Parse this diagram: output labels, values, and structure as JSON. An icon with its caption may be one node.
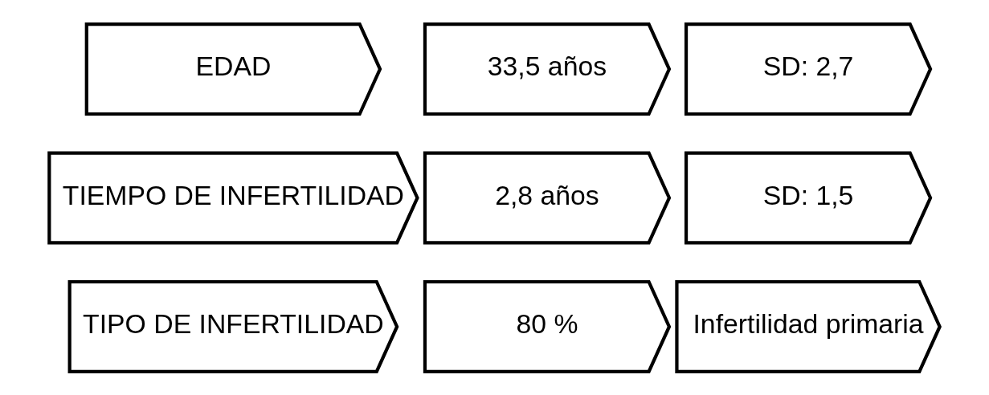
{
  "diagram": {
    "nodes": [
      {
        "text": [
          "EDAD"
        ]
      },
      {
        "text": [
          "33,5 años"
        ]
      },
      {
        "text": [
          "SD: 2,7"
        ]
      },
      {
        "text": [
          "TIEMPO DE INFERTILIDAD"
        ]
      },
      {
        "text": [
          "2,8 años"
        ]
      },
      {
        "text": [
          "SD: 1,5"
        ]
      },
      {
        "text": [
          "TIPO DE INFERTILIDAD"
        ]
      },
      {
        "text": [
          "80 %"
        ]
      },
      {
        "text": [
          "Infertilidad primaria"
        ]
      }
    ],
    "edges": []
  }
}
